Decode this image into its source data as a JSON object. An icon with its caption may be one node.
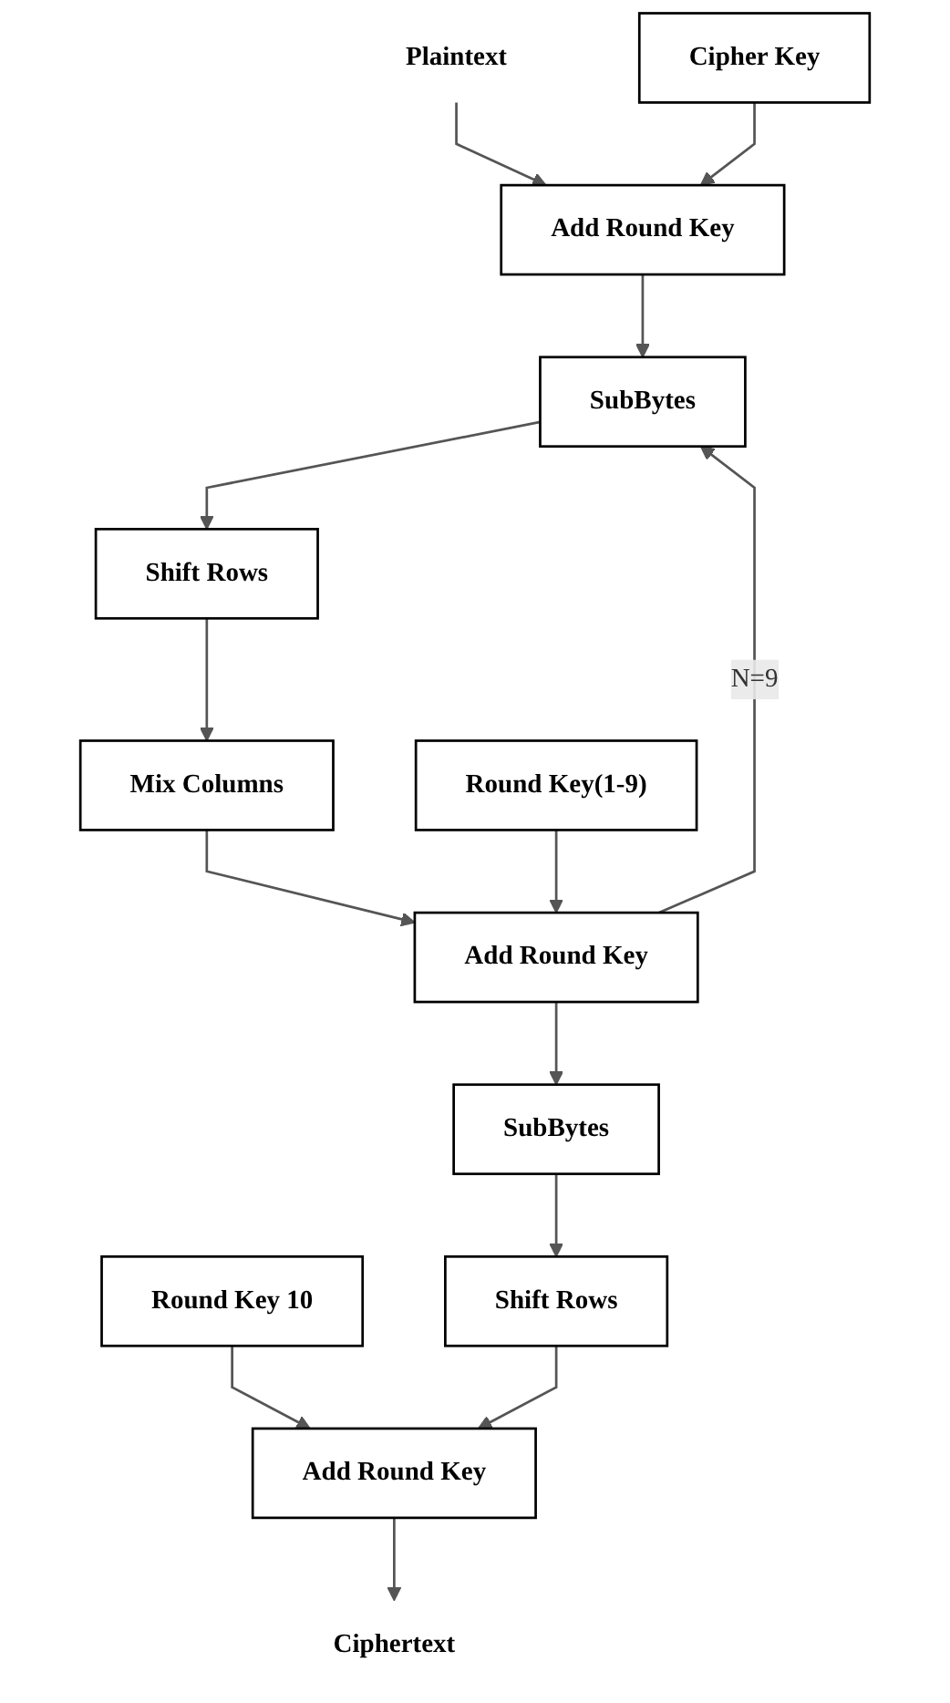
{
  "diagram": {
    "nodes": [
      {
        "text": [
          "Plaintext"
        ]
      },
      {
        "text": [
          "Cipher Key"
        ]
      },
      {
        "text": [
          "Add Round Key"
        ]
      },
      {
        "text": [
          "SubBytes"
        ]
      },
      {
        "text": [
          "Shift Rows"
        ]
      },
      {
        "text": [
          "Mix Columns"
        ]
      },
      {
        "text": [
          "Round Key(1-9)"
        ]
      },
      {
        "text": [
          "Add Round Key"
        ]
      },
      {
        "text": [
          "SubBytes"
        ]
      },
      {
        "text": [
          "Shift Rows"
        ]
      },
      {
        "text": [
          "Round Key 10"
        ]
      },
      {
        "text": [
          "Add Round Key"
        ]
      },
      {
        "text": [
          "Ciphertext"
        ]
      }
    ],
    "edges": [
      {
        "from": 0,
        "to": 2,
        "arrow": "to"
      },
      {
        "from": 1,
        "to": 2,
        "arrow": "to"
      },
      {
        "from": 2,
        "to": 3,
        "arrow": "to"
      },
      {
        "from": 3,
        "to": 4,
        "arrow": "to"
      },
      {
        "from": 4,
        "to": 5,
        "arrow": "to"
      },
      {
        "from": 5,
        "to": 7,
        "arrow": "to"
      },
      {
        "from": 6,
        "to": 7,
        "arrow": "to"
      },
      {
        "from": 7,
        "to": 3,
        "arrow": "to",
        "label": "N=9"
      },
      {
        "from": 7,
        "to": 8,
        "arrow": "to"
      },
      {
        "from": 8,
        "to": 9,
        "arrow": "to"
      },
      {
        "from": 10,
        "to": 11,
        "arrow": "to"
      },
      {
        "from": 9,
        "to": 11,
        "arrow": "to"
      },
      {
        "from": 11,
        "to": 12,
        "arrow": "to"
      }
    ]
  }
}
